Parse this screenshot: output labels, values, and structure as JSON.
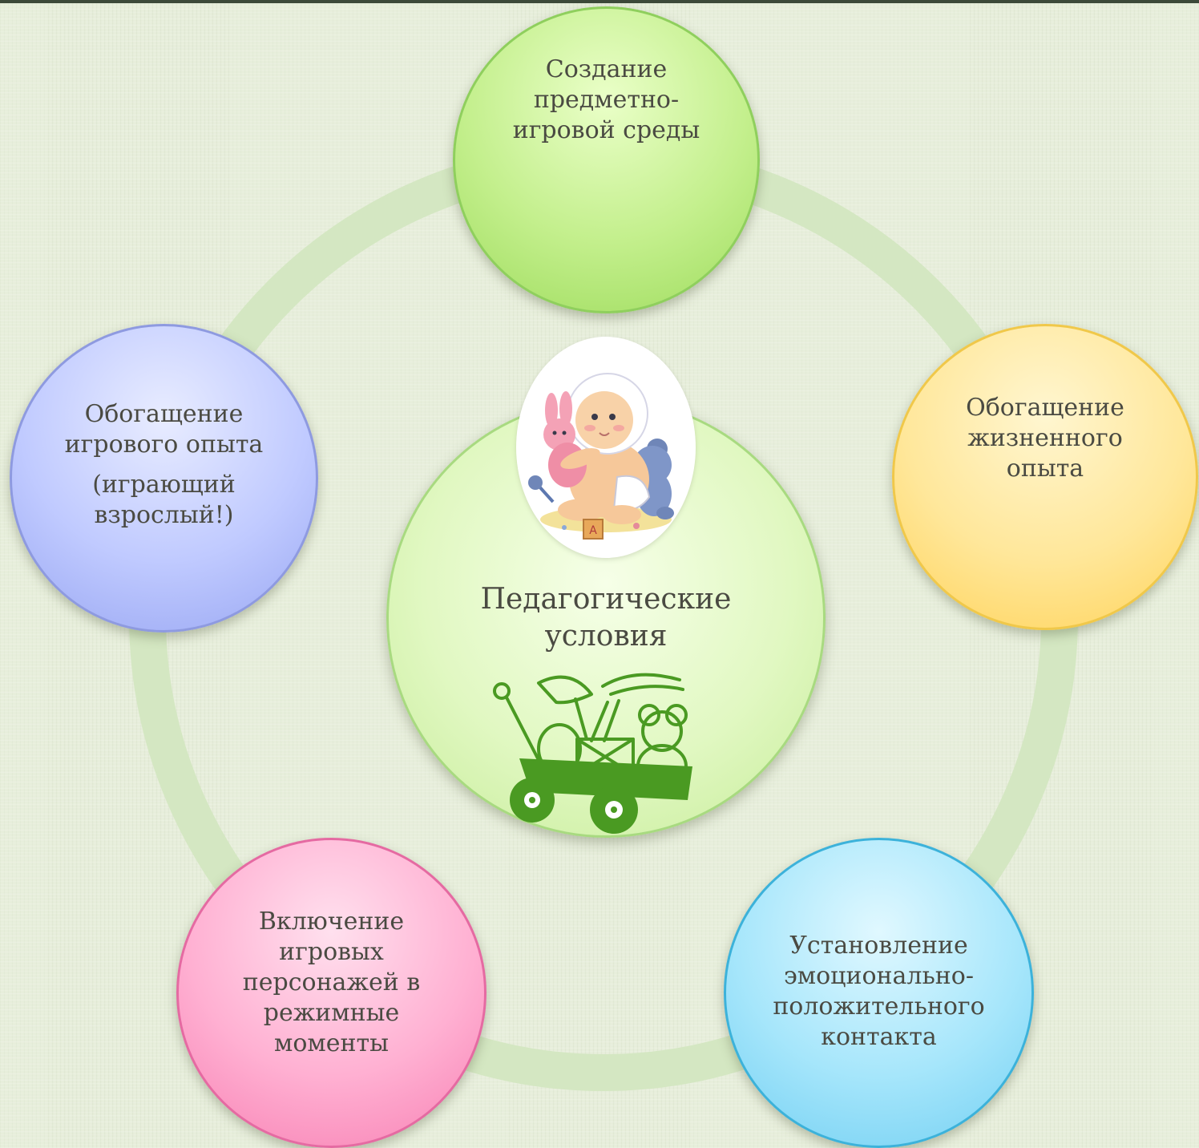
{
  "diagram": {
    "center": {
      "label": "Педагогические\nусловия"
    },
    "nodes": [
      {
        "id": "top",
        "label": "Создание\nпредметно-\nигровой среды",
        "color": "#c3ef8c"
      },
      {
        "id": "right",
        "label": "Обогащение\nжизненного\nопыта",
        "color": "#ffe79a"
      },
      {
        "id": "left",
        "label": "Обогащение\nигрового опыта",
        "sublabel": "(играющий\nвзрослый!)",
        "color": "#c0caff"
      },
      {
        "id": "bottom-left",
        "label": "Включение\nигровых\nперсонажей в\nрежимные\nмоменты",
        "color": "#ffb0d2"
      },
      {
        "id": "bottom-right",
        "label": "Установление\nэмоционально-\nположительного\nконтакта",
        "color": "#a6e6fb"
      }
    ],
    "illustrations": [
      "baby-with-toys-illustration",
      "toy-wagon-illustration"
    ],
    "ring_color": "#d4e7c2",
    "wagon_color": "#4a9a22"
  }
}
